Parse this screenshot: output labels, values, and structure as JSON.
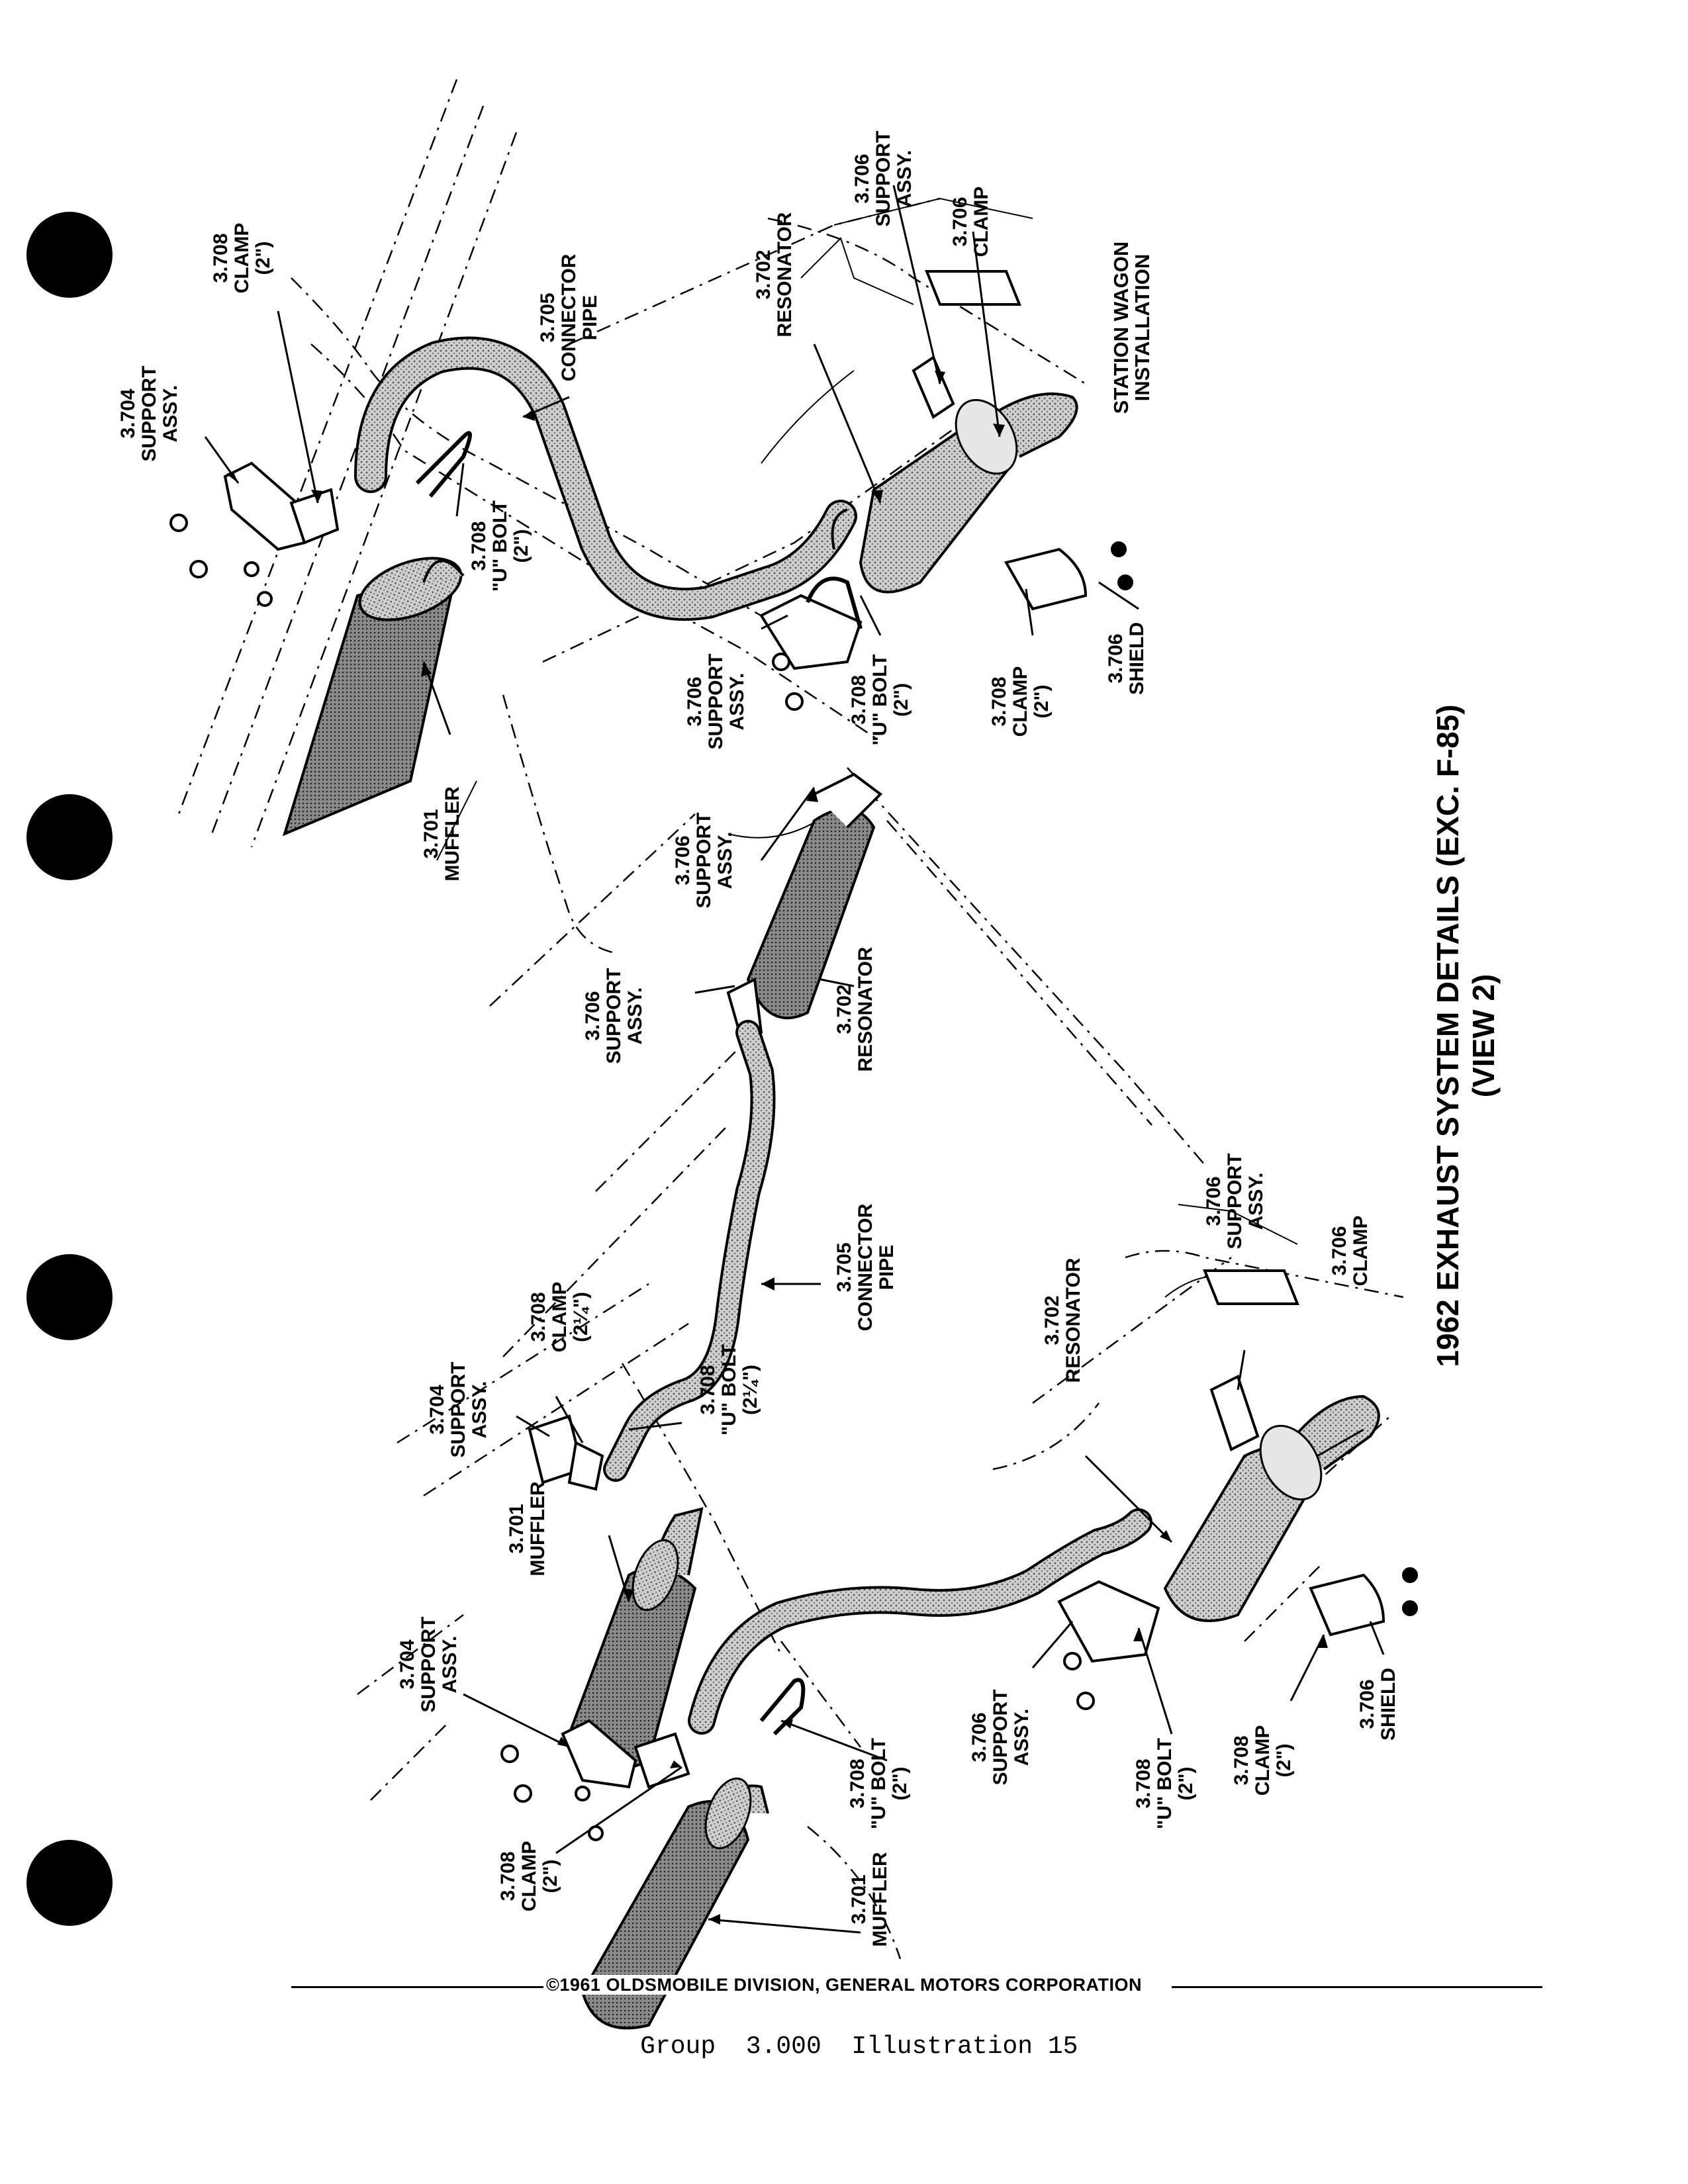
{
  "page": {
    "title_line1": "1962 EXHAUST SYSTEM DETAILS (EXC. F-85)",
    "title_line2": "(VIEW 2)",
    "station_wagon_line1": "STATION WAGON",
    "station_wagon_line2": "INSTALLATION",
    "copyright": "©1961 OLDSMOBILE DIVISION, GENERAL MOTORS CORPORATION",
    "group_illustration": "Group  3.000  Illustration 15"
  },
  "labels": {
    "sw_support_3704": [
      "3.704",
      "SUPPORT",
      "ASSY."
    ],
    "sw_clamp_3708_top": [
      "3.708",
      "CLAMP",
      "(2\")"
    ],
    "sw_connector_3705": [
      "3.705",
      "CONNECTOR",
      "PIPE"
    ],
    "sw_ubolt_3708": [
      "3.708",
      "\"U\" BOLT",
      "(2\")"
    ],
    "sw_muffler_3701": [
      "3.701",
      "MUFFLER"
    ],
    "sw_resonator_3702": [
      "3.702",
      "RESONATOR"
    ],
    "sw_support_3706_top": [
      "3.706",
      "SUPPORT",
      "ASSY."
    ],
    "sw_clamp_3706": [
      "3.706",
      "CLAMP"
    ],
    "sw_support_3706_mid": [
      "3.706",
      "SUPPORT",
      "ASSY."
    ],
    "sw_ubolt_3708_mid": [
      "3.708",
      "\"U\" BOLT",
      "(2\")"
    ],
    "sw_clamp_3708_mid": [
      "3.708",
      "CLAMP",
      "(2\")"
    ],
    "sw_shield_3706": [
      "3.706",
      "SHIELD"
    ],
    "mid_support_3706_a": [
      "3.706",
      "SUPPORT",
      "ASSY."
    ],
    "mid_support_3706_b": [
      "3.706",
      "SUPPORT",
      "ASSY."
    ],
    "mid_resonator_3702": [
      "3.702",
      "RESONATOR"
    ],
    "mid_connector_3705": [
      "3.705",
      "CONNECTOR",
      "PIPE"
    ],
    "lo_support_3704_a": [
      "3.704",
      "SUPPORT",
      "ASSY."
    ],
    "lo_clamp_3708_a": [
      "3.708",
      "CLAMP",
      "(2¼\")"
    ],
    "lo_ubolt_3708_a": [
      "3.708",
      "\"U\" BOLT",
      "(2¼\")"
    ],
    "lo_muffler_3701_a": [
      "3.701",
      "MUFFLER"
    ],
    "lo_resonator_3702": [
      "3.702",
      "RESONATOR"
    ],
    "lo_support_3706_top": [
      "3.706",
      "SUPPORT",
      "ASSY."
    ],
    "lo_clamp_3706": [
      "3.706",
      "CLAMP"
    ],
    "lo_support_3704_b": [
      "3.704",
      "SUPPORT",
      "ASSY."
    ],
    "lo_clamp_3708_b": [
      "3.708",
      "CLAMP",
      "(2\")"
    ],
    "lo_ubolt_3708_b": [
      "3.708",
      "\"U\" BOLT",
      "(2\")"
    ],
    "lo_muffler_3701_b": [
      "3.701",
      "MUFFLER"
    ],
    "lo_support_3706_bot": [
      "3.706",
      "SUPPORT",
      "ASSY."
    ],
    "lo_ubolt_3708_bot": [
      "3.708",
      "\"U\" BOLT",
      "(2\")"
    ],
    "lo_clamp_3708_bot": [
      "3.708",
      "CLAMP",
      "(2\")"
    ],
    "lo_shield_3706": [
      "3.706",
      "SHIELD"
    ]
  }
}
